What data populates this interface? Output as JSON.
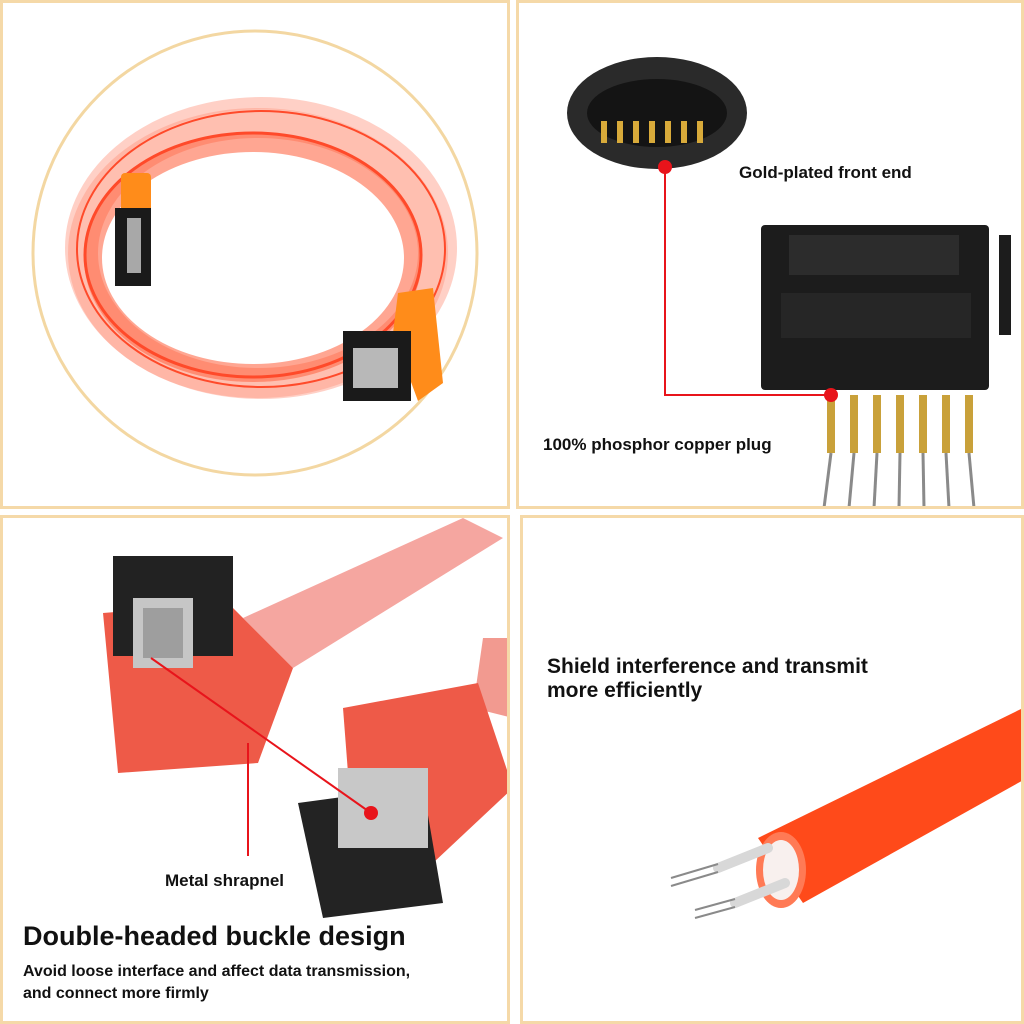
{
  "panels": {
    "front_end": {
      "gold_label": "Gold-plated front end",
      "copper_label": "100% phosphor copper plug"
    },
    "buckle": {
      "shrapnel_label": "Metal shrapnel",
      "heading": "Double-headed buckle design",
      "body_line1": "Avoid loose interface and affect data transmission,",
      "body_line2": "and connect more firmly"
    },
    "shield": {
      "line1": "Shield interference and transmit",
      "line2": "more efficiently"
    }
  },
  "colors": {
    "panel_border": "#f5d9a8",
    "cable": "#ff5a2a",
    "pointer": "#e8141b",
    "connector": "#1c1c1c"
  }
}
